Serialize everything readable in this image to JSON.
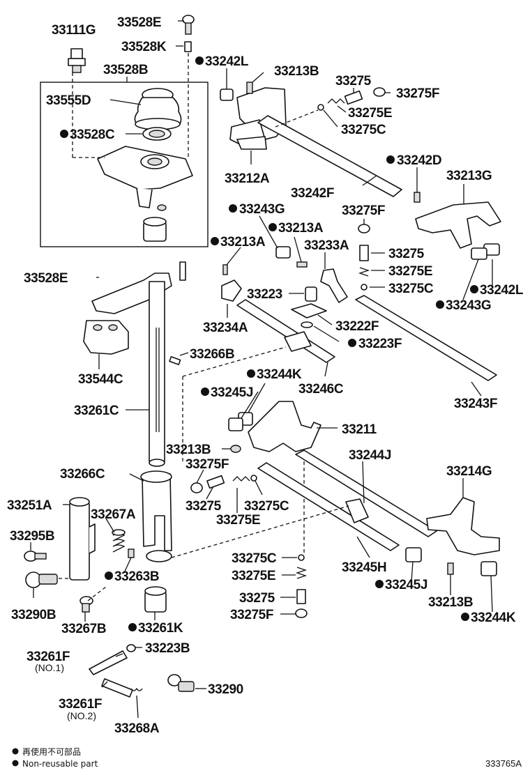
{
  "labels": {
    "p33111G": "33111G",
    "p33528E_top": "33528E",
    "p33528K": "33528K",
    "p33528B": "33528B",
    "p33555D": "33555D",
    "p33528C": "33528C",
    "p33242L_top": "33242L",
    "p33213B_top": "33213B",
    "p33275_top": "33275",
    "p33275F_top": "33275F",
    "p33275E_top": "33275E",
    "p33275C_top": "33275C",
    "p33212A": "33212A",
    "p33242F": "33242F",
    "p33242D": "33242D",
    "p33213G": "33213G",
    "p33243G_top": "33243G",
    "p33213A_a": "33213A",
    "p33213A_b": "33213A",
    "p33233A": "33233A",
    "p33275F_mid": "33275F",
    "p33275_mid": "33275",
    "p33275E_mid": "33275E",
    "p33275C_mid": "33275C",
    "p33242L_mid": "33242L",
    "p33243G_mid": "33243G",
    "p33528E_left": "33528E",
    "p33223": "33223",
    "p33222F": "33222F",
    "p33234A": "33234A",
    "p33223F": "33223F",
    "p33544C": "33544C",
    "p33266B": "33266B",
    "p33244K_top": "33244K",
    "p33246C": "33246C",
    "p33245J_top": "33245J",
    "p33243F": "33243F",
    "p33261C": "33261C",
    "p33211": "33211",
    "p33213B_mid": "33213B",
    "p33244J": "33244J",
    "p33275F_low": "33275F",
    "p33266C": "33266C",
    "p33214G": "33214G",
    "p33275_low": "33275",
    "p33275C_low": "33275C",
    "p33251A": "33251A",
    "p33267A": "33267A",
    "p33275E_low": "33275E",
    "p33295B": "33295B",
    "p33275C_b": "33275C",
    "p33245H": "33245H",
    "p33263B": "33263B",
    "p33275E_b": "33275E",
    "p33245J_low": "33245J",
    "p33275_b": "33275",
    "p33213B_low": "33213B",
    "p33290B": "33290B",
    "p33267B": "33267B",
    "p33261K": "33261K",
    "p33275F_b": "33275F",
    "p33244K_low": "33244K",
    "p33261F_1": "33261F",
    "p33261F_1_sub": "(NO.1)",
    "p33223B": "33223B",
    "p33290": "33290",
    "p33261F_2": "33261F",
    "p33261F_2_sub": "(NO.2)",
    "p33268A": "33268A"
  },
  "legend": {
    "line1": "再使用不可部品",
    "line2": "Non-reusable part"
  },
  "illustration_code": "333765A",
  "colors": {
    "ink": "#111111",
    "paper": "#ffffff"
  }
}
